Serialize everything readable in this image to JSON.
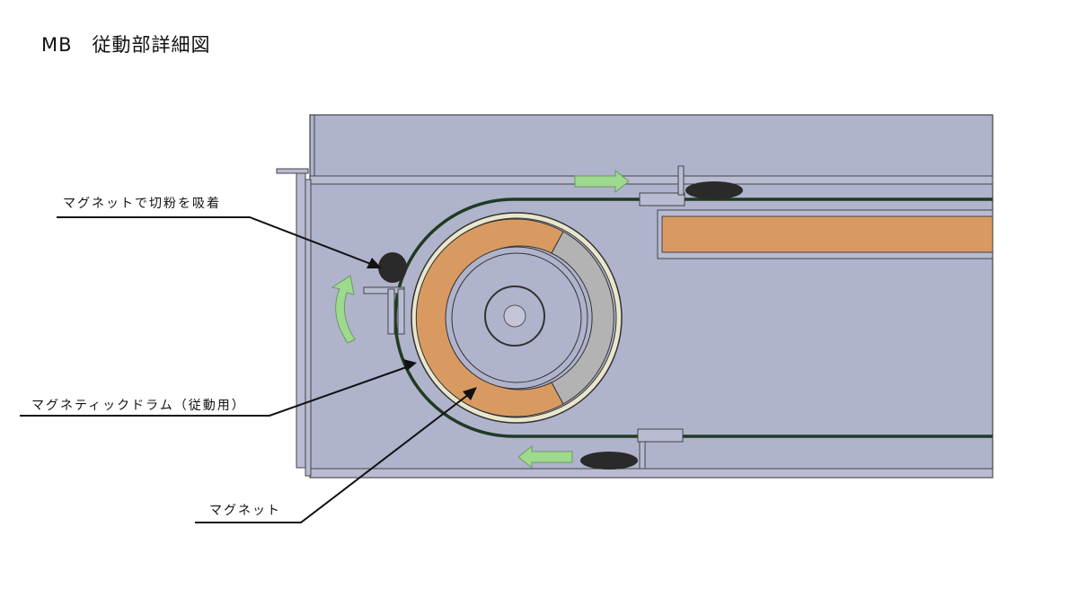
{
  "title": "MB　従動部詳細図",
  "labels": {
    "chip_adsorption": "マグネットで切粉を吸着",
    "magnetic_drum": "マグネティックドラム（従動用）",
    "magnet": "マグネット"
  },
  "colors": {
    "housing": "#b0b3cc",
    "magnet": "#d99a62",
    "nonmagnetic_sector": "#b3b3b3",
    "belt": "#1f3a22",
    "flow_arrow": "#9fd98f",
    "chips": "#2a2a2a"
  }
}
